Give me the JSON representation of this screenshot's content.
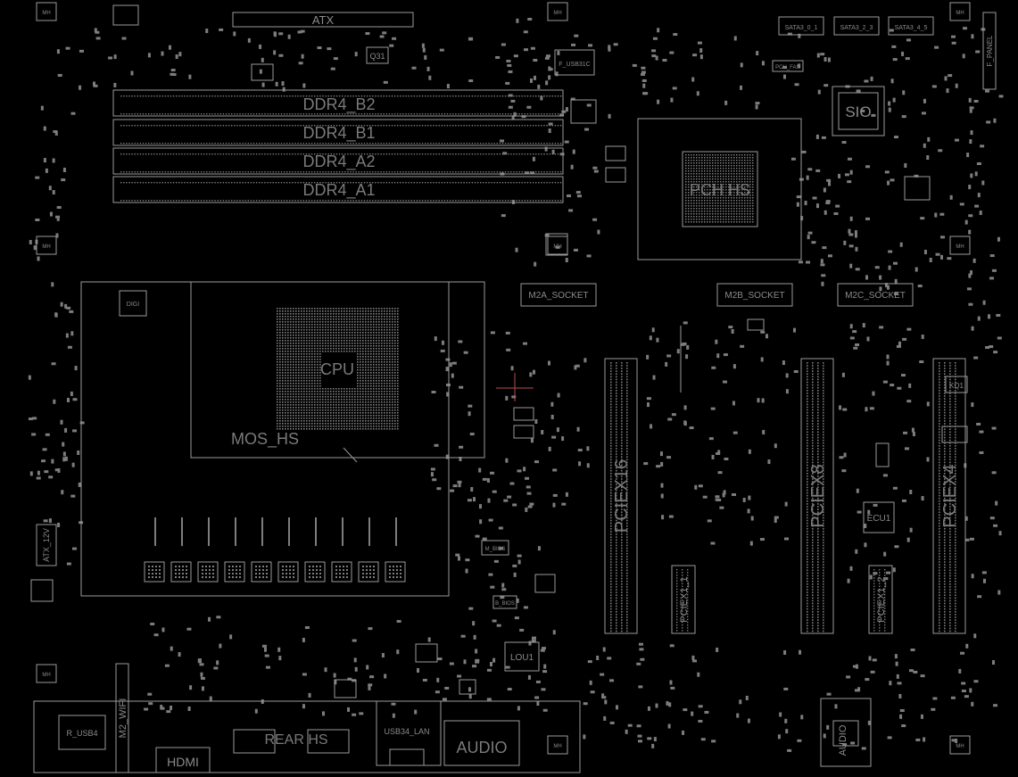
{
  "labels": {
    "atx": "ATX",
    "ddr_b2": "DDR4_B2",
    "ddr_b1": "DDR4_B1",
    "ddr_a2": "DDR4_A2",
    "ddr_a1": "DDR4_A1",
    "sio": "SIO",
    "pch_hs": "PCH HS",
    "cpu": "CPU",
    "mos_hs": "MOS_HS",
    "m2a": "M2A_SOCKET",
    "m2b": "M2B_SOCKET",
    "m2c": "M2C_SOCKET",
    "pciex16": "PCIEX16",
    "pciex8": "PCIEX8",
    "pciex4": "PCIEX4",
    "pciex1_1": "PCIEX1_1",
    "pciex1_2": "PCIEX1_2",
    "ecu1": "ECU1",
    "lou1": "LOU1",
    "hdmi": "HDMI",
    "rear_hs": "REAR HS",
    "usb34_lan": "USB34_LAN",
    "audio_port": "AUDIO",
    "audio_chip": "AUDIO",
    "r_usb4": "R_USB4",
    "m2_wifi": "M2_WIFI",
    "atx_12v": "ATX_12V",
    "q31": "Q31",
    "sata1": "SATA3_0_1",
    "sata2": "SATA3_2_3",
    "sata3": "SATA3_4_5",
    "f_panel": "F_PANEL",
    "f_usb31c": "F_USB31C",
    "kq1": "KQ1",
    "pch_fan": "PCH_FAN",
    "m_bios": "M_BIOS",
    "b_bios": "B_BIOS",
    "digi": "DIGI",
    "mh": "MH"
  },
  "colors": {
    "background": "#000000",
    "line": "#9a9a9a",
    "text": "#8a8a8a"
  }
}
